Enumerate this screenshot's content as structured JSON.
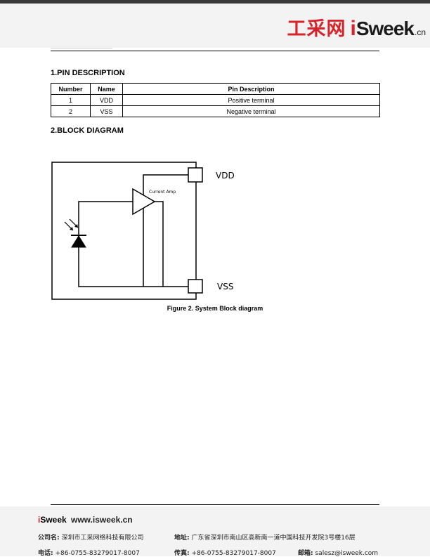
{
  "header": {
    "logo_cn": "工采网",
    "logo_i": "i",
    "logo_sweek": "Sweek",
    "logo_suffix": ".cn"
  },
  "section1": {
    "title": "1.PIN DESCRIPTION"
  },
  "pin_table": {
    "headers": [
      "Number",
      "Name",
      "Pin Description"
    ],
    "rows": [
      [
        "1",
        "VDD",
        "Positive terminal"
      ],
      [
        "2",
        "VSS",
        "Negative terminal"
      ]
    ]
  },
  "section2": {
    "title": "2.BLOCK DIAGRAM"
  },
  "diagram": {
    "amp_label": "Current Amp",
    "vdd_label": "VDD",
    "vss_label": "VSS"
  },
  "caption": "Figure 2. System Block diagram",
  "footer": {
    "brand_i": "i",
    "brand_rest": "Sweek",
    "website": "www.isweek.cn",
    "company_label": "公司名:",
    "company_value": "深圳市工采网络科技有限公司",
    "address_label": "地址:",
    "address_value": "广东省深圳市南山区高新南一道中国科技开发院3号楼16层",
    "phone_label": "电话:",
    "phone_value": "+86-0755-83279017-8007",
    "fax_label": "传真:",
    "fax_value": "+86-0755-83279017-8007",
    "email_label": "邮箱:",
    "email_value": "salesz@isweek.com"
  }
}
